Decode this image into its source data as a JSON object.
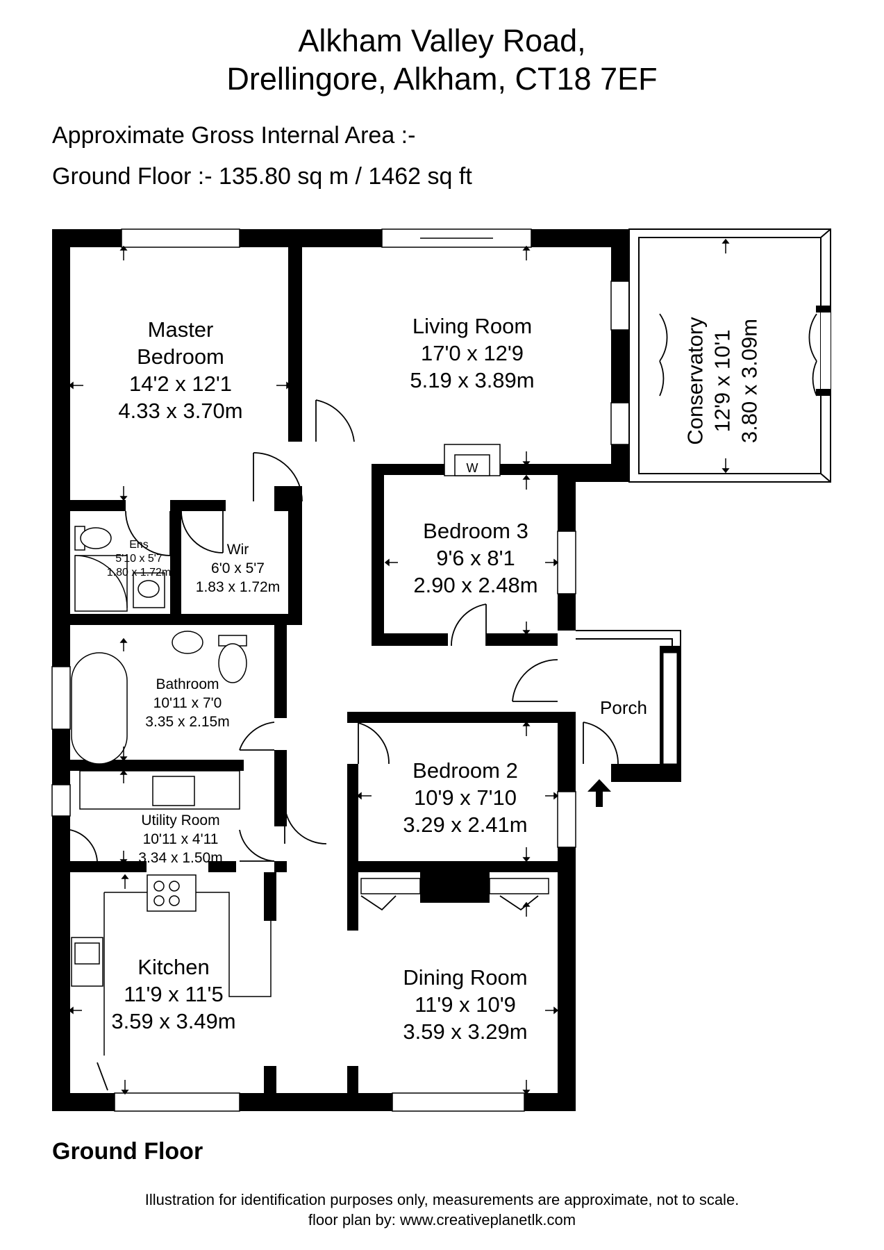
{
  "address": {
    "line1": "Alkham Valley Road,",
    "line2": "Drellingore, Alkham, CT18 7EF"
  },
  "area": {
    "heading": "Approximate Gross Internal Area :-",
    "ground": "Ground Floor :- 135.80 sq m / 1462 sq ft"
  },
  "rooms": {
    "master": {
      "name1": "Master",
      "name2": "Bedroom",
      "imperial": "14'2 x 12'1",
      "metric": "4.33 x 3.70m"
    },
    "living": {
      "name": "Living Room",
      "imperial": "17'0 x 12'9",
      "metric": "5.19 x 3.89m"
    },
    "conservatory": {
      "name": "Conservatory",
      "imperial": "12'9 x 10'1",
      "metric": "3.80 x 3.09m"
    },
    "bedroom3": {
      "name": "Bedroom 3",
      "imperial": "9'6 x 8'1",
      "metric": "2.90 x 2.48m"
    },
    "ensuite": {
      "name": "Ens",
      "imperial": "5'10 x 5'7",
      "metric": "1.80 x 1.72m"
    },
    "wir": {
      "name": "Wir",
      "imperial": "6'0 x 5'7",
      "metric": "1.83 x 1.72m"
    },
    "bathroom": {
      "name": "Bathroom",
      "imperial": "10'11 x 7'0",
      "metric": "3.35 x 2.15m"
    },
    "porch": {
      "name": "Porch"
    },
    "bedroom2": {
      "name": "Bedroom 2",
      "imperial": "10'9 x 7'10",
      "metric": "3.29 x 2.41m"
    },
    "utility": {
      "name": "Utility Room",
      "imperial": "10'11 x 4'11",
      "metric": "3.34 x 1.50m"
    },
    "kitchen": {
      "name": "Kitchen",
      "imperial": "11'9 x 11'5",
      "metric": "3.59 x 3.49m"
    },
    "dining": {
      "name": "Dining Room",
      "imperial": "11'9 x 10'9",
      "metric": "3.59 x 3.29m"
    }
  },
  "fixtures": {
    "stove": "W"
  },
  "floor_label": "Ground Floor",
  "disclaimer": {
    "line1": "Illustration for identification purposes only, measurements are approximate, not to scale.",
    "line2": "floor plan by: www.creativeplanetlk.com"
  }
}
